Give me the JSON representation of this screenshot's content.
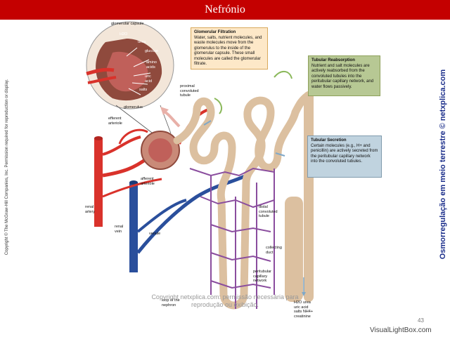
{
  "title": "Nefrónio",
  "copyright_side": "Copyright © The McGraw-Hill Companies, Inc. Permission required for reproduction or display.",
  "side_credit": "Osmorregulação em meio terrestre © netxplica.com",
  "boxes": {
    "filtration": {
      "heading": "Glomerular Filtration",
      "body": "Water, salts, nutrient molecules, and waste molecules move from the glomerulus to the inside of the glomerular capsule. These small molecules are called the glomerular filtrate."
    },
    "reabsorption": {
      "heading": "Tubular Reabsorption",
      "body": "Nutrient and salt molecules are actively reabsorbed from the convoluted tubules into the peritubular capillary network, and water flows passively."
    },
    "secretion": {
      "heading": "Tubular Secretion",
      "body": "Certain molecules (e.g., H+ and penicillin) are actively secreted from the peritubular capillary network into the convoluted tubules."
    }
  },
  "inset_labels": {
    "capsule": "glomerular capsule",
    "h2o": "H2O",
    "urea": "urea",
    "glucose": "glucose",
    "amino": "amino acids",
    "uric": "uric acid",
    "salts": "salts",
    "glomerulus": "glomerulus"
  },
  "labels": {
    "efferent": "efferent arteriole",
    "proximal": "proximal convoluted tubule",
    "afferent": "afferent arteriole",
    "renal_artery": "renal artery",
    "renal_vein": "renal vein",
    "venule": "venule",
    "distal": "distal convoluted tubule",
    "collecting": "collecting duct",
    "peritubular": "peritubular capillary network",
    "loop": "loop of the nephron",
    "urine": "H2O urea uric acid salts NH4+ creatinine"
  },
  "watermark": "Copyright netxplica.com: permissão necessária para reprodução ou exibição.",
  "page_number": "43",
  "footer": "VisualLightBox.com",
  "colors": {
    "header": "#c40000",
    "artery": "#d9322b",
    "vein": "#2a4f9c",
    "capillary": "#8a4d9e",
    "tubule": "#dcc0a0",
    "credit": "#1a2d8a"
  }
}
